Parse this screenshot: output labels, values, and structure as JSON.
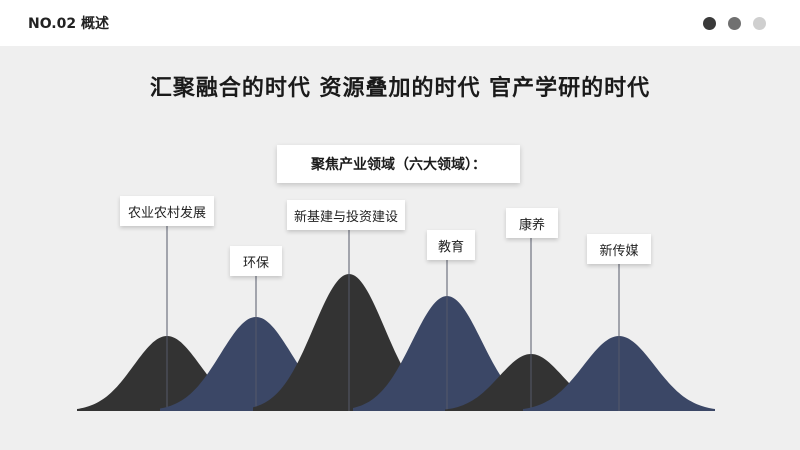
{
  "header": {
    "slide_label": "NO.02 概述",
    "dots": [
      "#3a3a3a",
      "#707070",
      "#cfcfcf"
    ]
  },
  "headline": "汇聚融合的时代  资源叠加的时代  官产学研的时代",
  "focus_title": "聚焦产业领域（六大领域）：",
  "fields": [
    {
      "label": "农业农村发展",
      "color": "#333333"
    },
    {
      "label": "环保",
      "color": "#3b4766"
    },
    {
      "label": "新基建与投资建设",
      "color": "#333333"
    },
    {
      "label": "教育",
      "color": "#3b4766"
    },
    {
      "label": "康养",
      "color": "#333333"
    },
    {
      "label": "新传媒",
      "color": "#3b4766"
    }
  ],
  "colors": {
    "dark": "#333333",
    "navy": "#3b4766",
    "background": "#efefef"
  }
}
